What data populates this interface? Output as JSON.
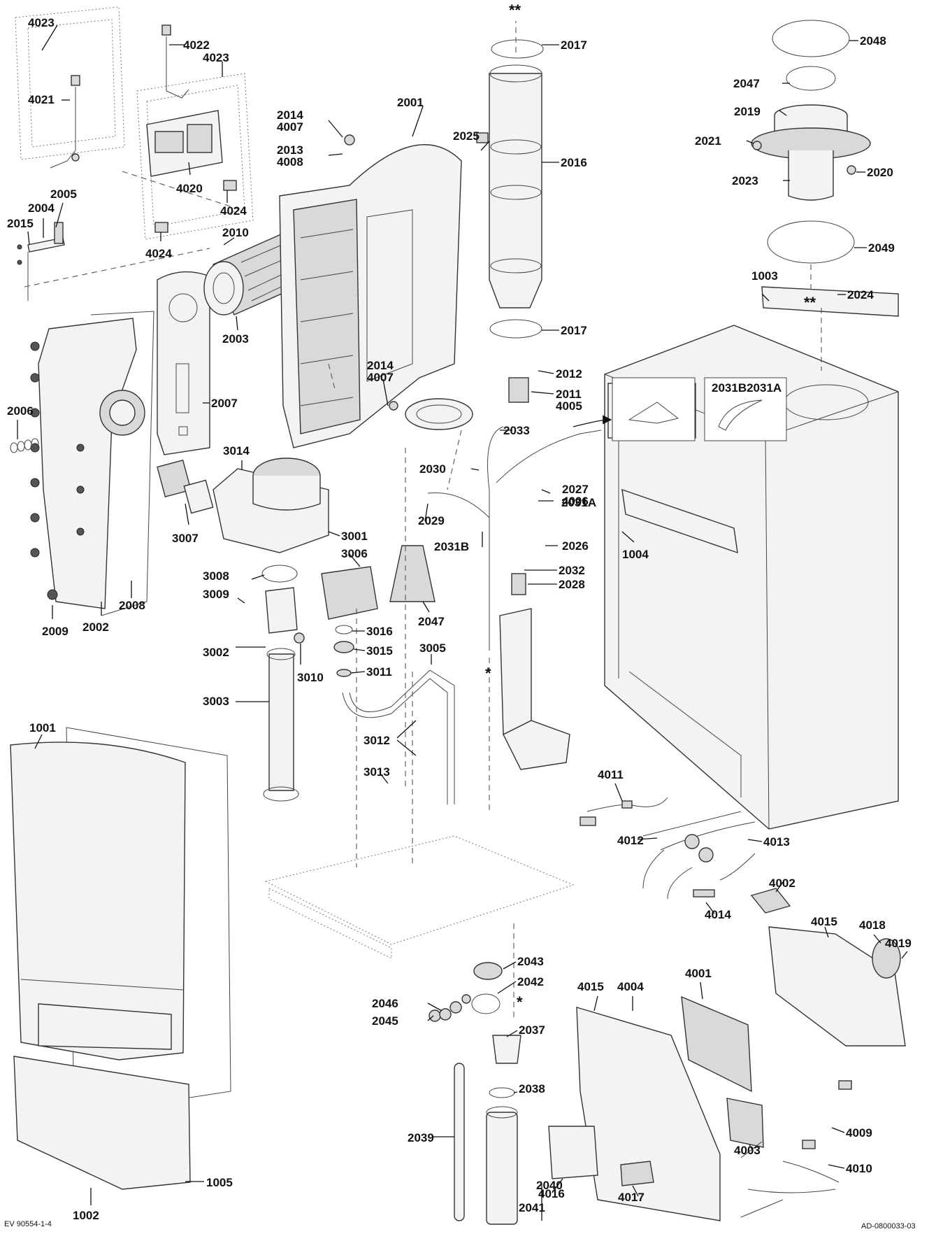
{
  "diagram": {
    "labels": [
      "4023",
      "4022",
      "4023",
      "4021",
      "4020",
      "4024",
      "4024",
      "2005",
      "2004",
      "2015",
      "2010",
      "2006",
      "2002",
      "2008",
      "2009",
      "2007",
      "2003",
      "2001",
      "2014\n4007",
      "2013\n4008",
      "2014\n4007",
      "2025",
      "2016",
      "2017",
      "2017",
      "2048",
      "2047",
      "2019",
      "2021",
      "2023",
      "2020",
      "2049",
      "1003",
      "2024",
      "2012",
      "2011\n4005",
      "2031B2031A",
      "2033",
      "2030",
      "2027\n4006",
      "2031A",
      "2029",
      "2031B",
      "2026",
      "1004",
      "2032",
      "2028",
      "2047",
      "3014",
      "3001",
      "3006",
      "3007",
      "3008",
      "3009",
      "3016",
      "3015",
      "3002",
      "3010",
      "3011",
      "3005",
      "3003",
      "3012",
      "3013",
      "1001",
      "1002",
      "1005",
      "4011",
      "4012",
      "4013",
      "4002",
      "4014",
      "4015",
      "4018",
      "4019",
      "4001",
      "4004",
      "4015",
      "2043",
      "2042",
      "2046",
      "2045",
      "2037",
      "2038",
      "2039",
      "2041",
      "2040",
      "4016",
      "4017",
      "4003",
      "4009",
      "4010"
    ],
    "markers": {
      "double_star": "**",
      "single_star": "*"
    },
    "inset_label": "2031B2031A",
    "footer_left": "EV 90554-1-4",
    "footer_right": "AD-0800033-03"
  }
}
